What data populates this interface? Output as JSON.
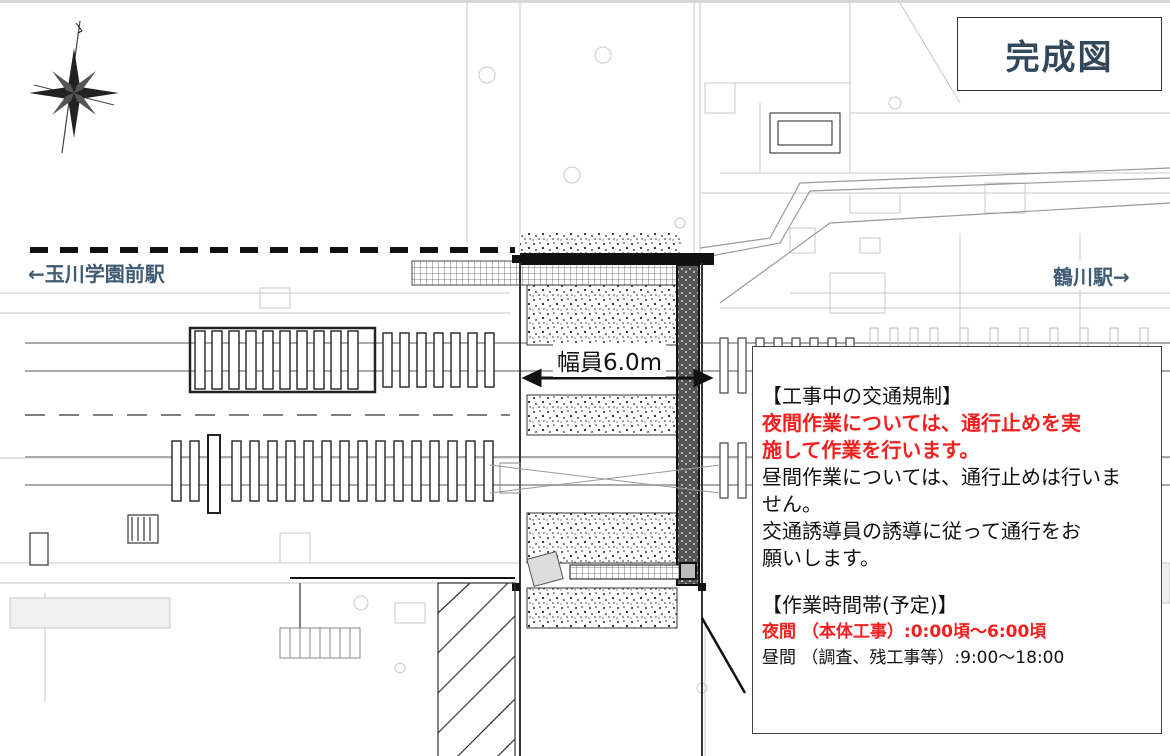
{
  "title": "完成図",
  "stations": {
    "left": "←玉川学園前駅",
    "right": "鶴川駅→"
  },
  "width_label": "幅員6.0m",
  "traffic": {
    "heading": "【工事中の交通規制】",
    "night_lines": [
      "夜間作業については、通行止めを実",
      "施して作業を行います。"
    ],
    "day_lines": [
      "昼間作業については、通行止めは行いま",
      "せん。"
    ],
    "guide_lines": [
      "交通誘導員の誘導に従って通行をお",
      "願いします。"
    ]
  },
  "schedule": {
    "heading": "【作業時間帯(予定)】",
    "night": "夜間 （本体工事）:0:00頃～6:00頃",
    "day": "昼間 （調査、残工事等）:9:00～18:00"
  },
  "colors": {
    "accent_red": "#f51f1f",
    "station_text": "#3f5b73",
    "title_text": "#33475b"
  }
}
